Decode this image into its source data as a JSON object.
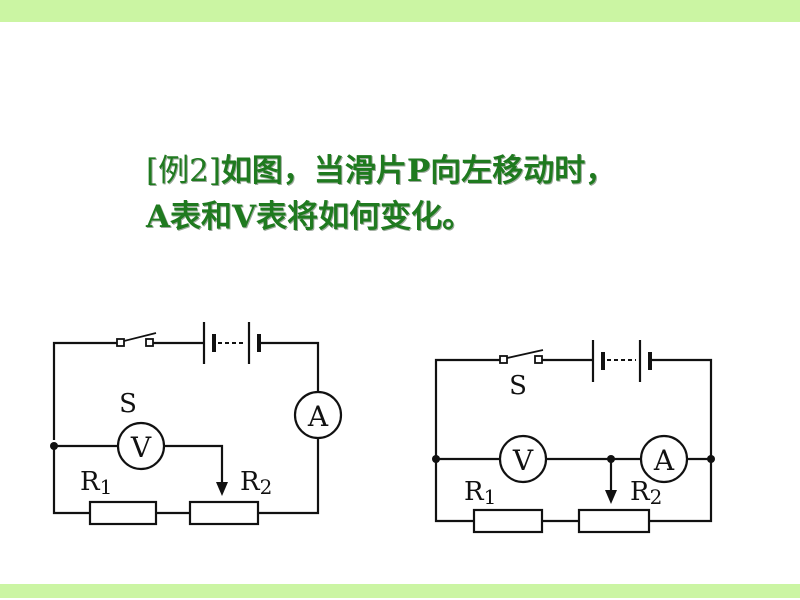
{
  "slide": {
    "theme_color": "#cbf5a3",
    "text_color": "#1f7a1f"
  },
  "question": {
    "label": "[例2]",
    "line1": "如图，当滑片P向左移动时，",
    "line2": "A表和V表将如何变化。"
  },
  "circuits": [
    {
      "switch_label": "S",
      "voltmeter_label": "V",
      "ammeter_label": "A",
      "r1_label": "R",
      "r1_sub": "1",
      "r2_label": "R",
      "r2_sub": "2"
    },
    {
      "switch_label": "S",
      "voltmeter_label": "V",
      "ammeter_label": "A",
      "r1_label": "R",
      "r1_sub": "1",
      "r2_label": "R",
      "r2_sub": "2"
    }
  ]
}
